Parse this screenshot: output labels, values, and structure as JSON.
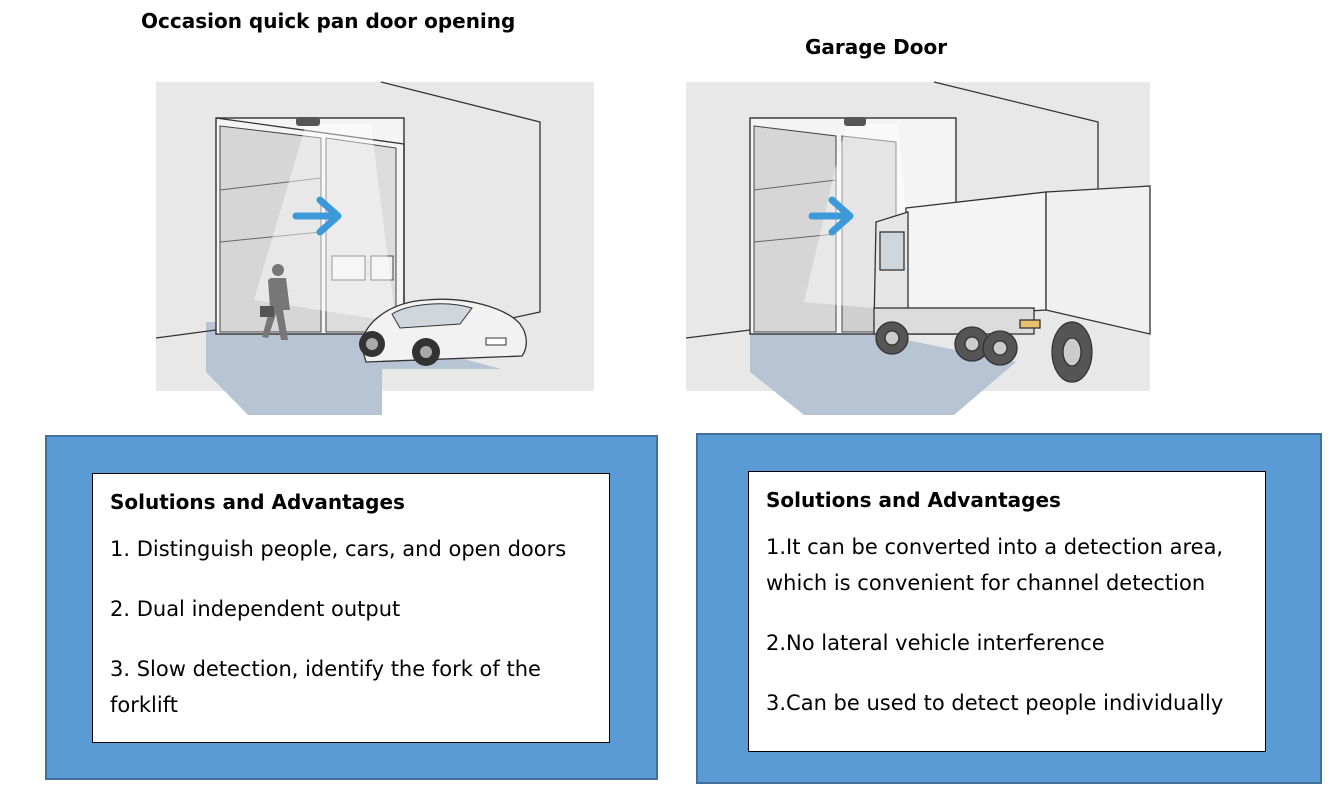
{
  "left": {
    "title": "Occasion quick pan door opening",
    "card": {
      "heading": "Solutions and Advantages",
      "items": [
        "1. Distinguish people, cars, and open doors",
        "2. Dual independent output",
        "3. Slow detection, identify the fork of the forklift"
      ]
    }
  },
  "right": {
    "title": "Garage Door",
    "card": {
      "heading": "Solutions and Advantages",
      "items": [
        "1.It can be converted into a detection area, which is convenient for channel detection",
        "2.No lateral vehicle interference",
        "3.Can be used to detect people individually"
      ]
    }
  },
  "colors": {
    "panel_fill": "#5b9bd5",
    "panel_border": "#41719c",
    "arrow": "#3d9ad9",
    "floor_zone": "#b6c4d3"
  }
}
